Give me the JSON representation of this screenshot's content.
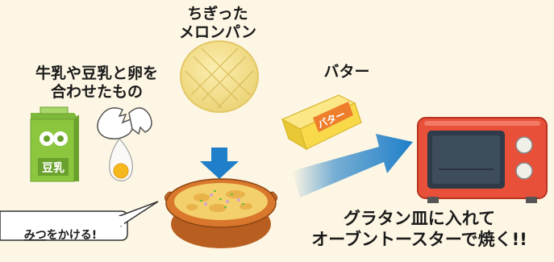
{
  "labels": {
    "melon_bread": [
      "ちぎった",
      "メロンパン"
    ],
    "milk_egg": [
      "牛乳や豆乳と卵を",
      "合わせたもの"
    ],
    "butter": "バター",
    "gratin": [
      "グラタン皿に入れて",
      "オーブントースターで焼く!!"
    ]
  },
  "packaging": {
    "soy_milk": "豆乳",
    "butter_wrapper": "バター"
  },
  "bubble": {
    "text_underlined": "みつ",
    "text_rest": "をかける!"
  },
  "colors": {
    "background": "#fdf6e4",
    "arrow_blue": "#1f7fc9",
    "toaster_red": "#e8503a",
    "butter_yellow": "#f7d94a",
    "carton_green": "#8cc63f"
  }
}
